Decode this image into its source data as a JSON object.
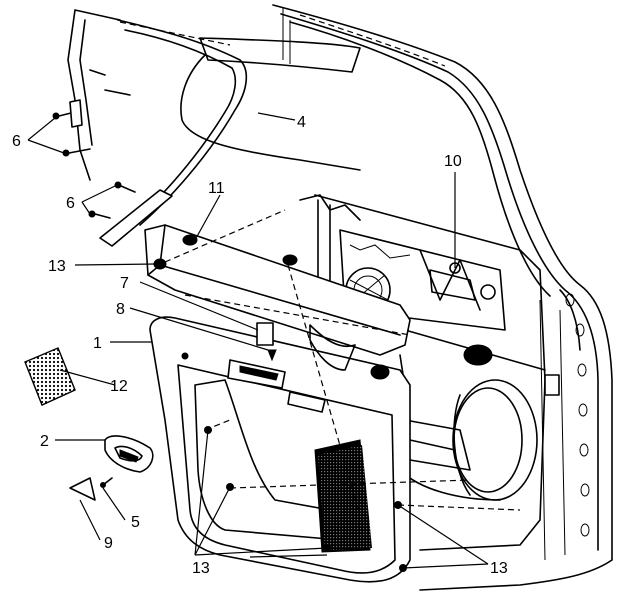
{
  "callouts": [
    {
      "id": "c1",
      "label": "1"
    },
    {
      "id": "c2",
      "label": "2"
    },
    {
      "id": "c4",
      "label": "4"
    },
    {
      "id": "c5",
      "label": "5"
    },
    {
      "id": "c6a",
      "label": "6"
    },
    {
      "id": "c6b",
      "label": "6"
    },
    {
      "id": "c7",
      "label": "7"
    },
    {
      "id": "c8",
      "label": "8"
    },
    {
      "id": "c9",
      "label": "9"
    },
    {
      "id": "c10",
      "label": "10"
    },
    {
      "id": "c11",
      "label": "11"
    },
    {
      "id": "c12",
      "label": "12"
    },
    {
      "id": "c13a",
      "label": "13"
    },
    {
      "id": "c13b",
      "label": "13"
    },
    {
      "id": "c13c",
      "label": "13"
    }
  ]
}
